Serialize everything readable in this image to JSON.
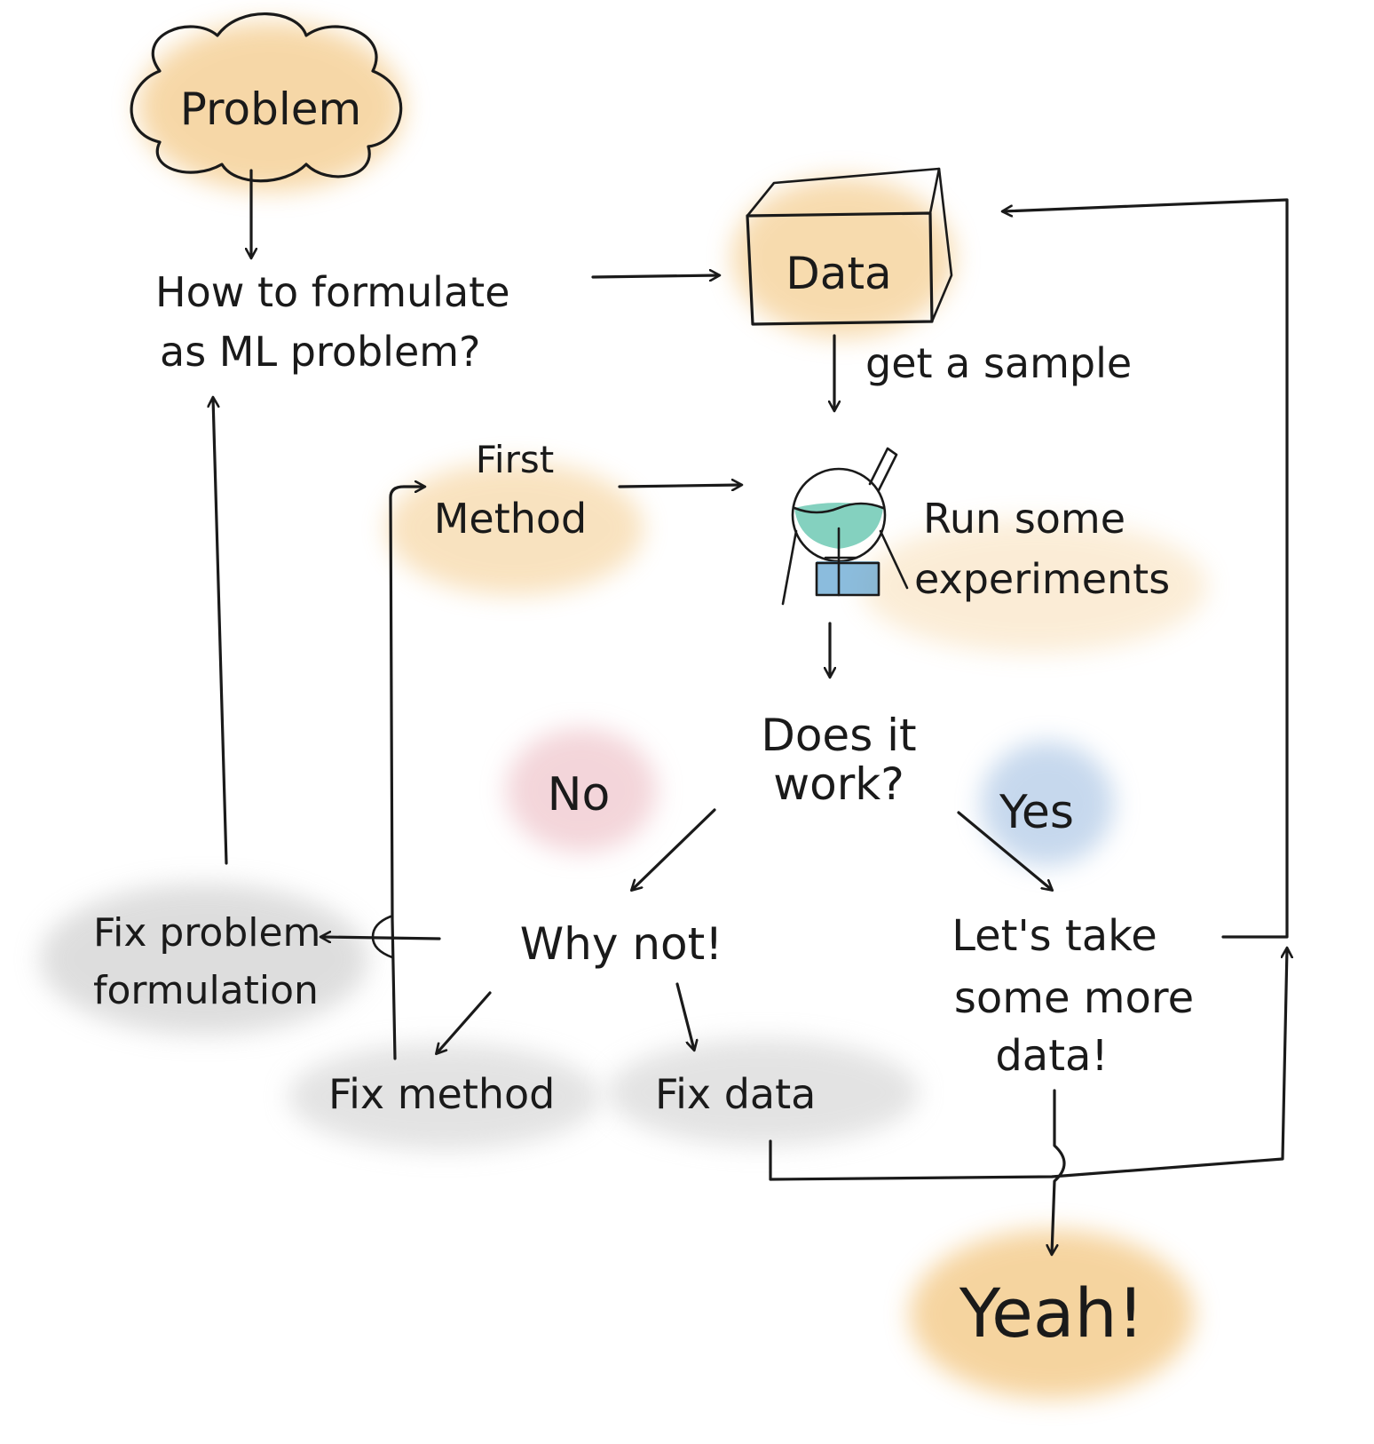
{
  "nodes": {
    "problem": "Problem",
    "formulate_line1": "How to formulate",
    "formulate_line2": "as ML problem?",
    "data": "Data",
    "get_sample": "get a sample",
    "first_method_line1": "First",
    "first_method_line2": "Method",
    "run_line1": "Run some",
    "run_line2": "experiments",
    "works_line1": "Does it",
    "works_line2": "work?",
    "no": "No",
    "yes": "Yes",
    "why_not": "Why not!",
    "take_more_line1": "Let's take",
    "take_more_line2": "some more",
    "take_more_line3": "data!",
    "fix_problem_line1": "Fix problem",
    "fix_problem_line2": "formulation",
    "fix_method": "Fix method",
    "fix_data": "Fix data",
    "yeah": "Yeah!"
  },
  "colors": {
    "ink": "#1a1a1a",
    "orange_wash": "#f0b860",
    "gray_wash": "#c8c8c8",
    "pink_wash": "#eab4bc",
    "blue_wash": "#a9c4e4",
    "teal_flask": "#6fc9b4",
    "blue_burner": "#5aa0cf"
  },
  "icons": [
    "cloud-shape",
    "box-3d",
    "flask-with-burner"
  ]
}
